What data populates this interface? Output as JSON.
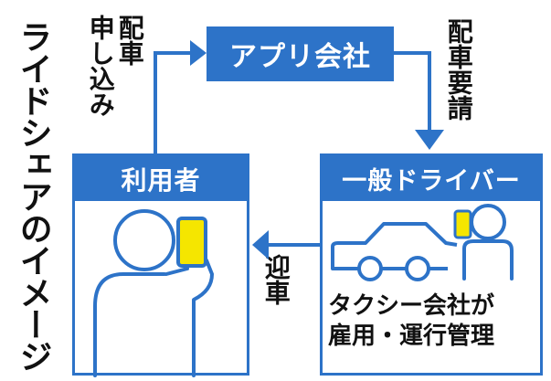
{
  "diagram": {
    "title": "ライドシェアのイメージ",
    "app_company": "アプリ会社",
    "user": "利用者",
    "driver": "一般ドライバー",
    "labels": {
      "request_line1": "配車",
      "request_line2": "申し込み",
      "dispatch_request": "配車要請",
      "pickup": "迎車"
    },
    "driver_caption_line1": "タクシー会社が",
    "driver_caption_line2": "雇用・運行管理"
  },
  "colors": {
    "accent": "#2d73c8",
    "phone_yellow": "#f5e600",
    "text": "#111111"
  }
}
